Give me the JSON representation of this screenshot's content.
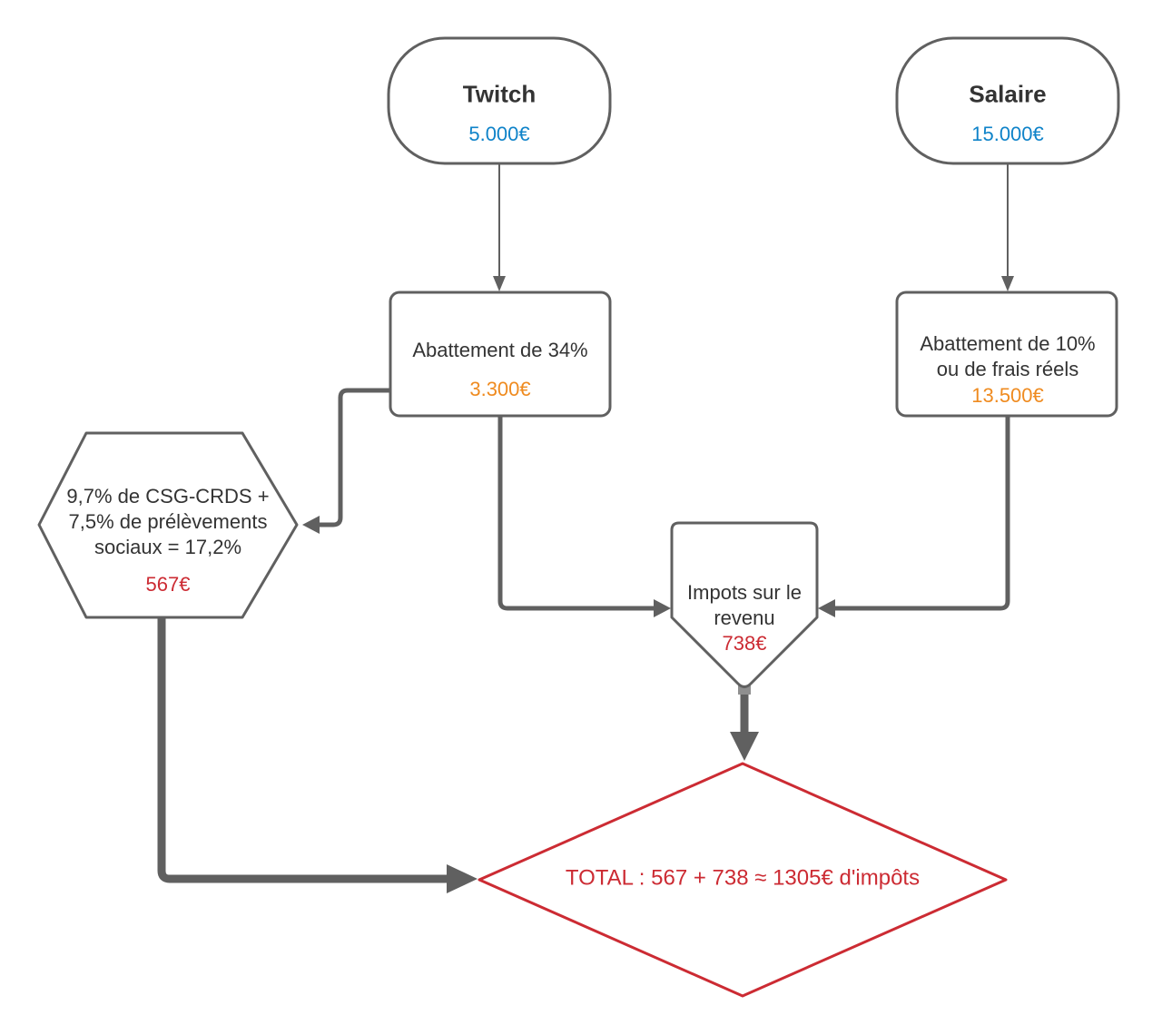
{
  "colors": {
    "stroke_gray": "#606060",
    "value_blue": "#0f83c9",
    "value_orange": "#ef8b20",
    "value_red": "#cc2b33",
    "text_dark": "#333333",
    "total_border_red": "#cc2b33"
  },
  "nodes": {
    "twitch": {
      "title": "Twitch",
      "value": "5.000€"
    },
    "salaire": {
      "title": "Salaire",
      "value": "15.000€"
    },
    "abattement_twitch": {
      "label": "Abattement de 34%",
      "value": "3.300€"
    },
    "abattement_salaire": {
      "line1": "Abattement de 10%",
      "line2": "ou de frais réels",
      "value": "13.500€"
    },
    "prelevements_sociaux": {
      "line1": "9,7% de CSG-CRDS +",
      "line2": "7,5% de prélèvements",
      "line3": "sociaux = 17,2%",
      "value": "567€"
    },
    "impots_revenu": {
      "line1": "Impots sur le",
      "line2": "revenu",
      "value": "738€"
    },
    "total": {
      "label": "TOTAL : 567 + 738 ≈ 1305€ d'impôts"
    }
  }
}
